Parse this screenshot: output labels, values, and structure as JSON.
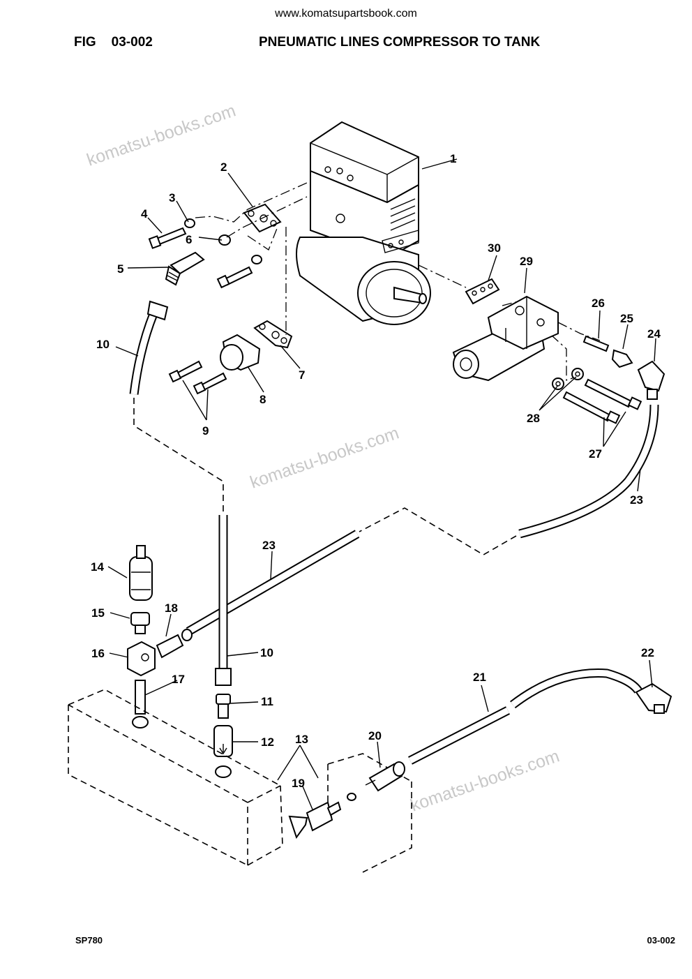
{
  "header": {
    "site": "www.komatsupartsbook.com",
    "fig_label": "FIG",
    "fig_number": "03-002",
    "title": "PNEUMATIC LINES COMPRESSOR TO TANK"
  },
  "footer": {
    "left": "SP780",
    "right": "03-002"
  },
  "watermark": "komatsu-books.com",
  "callouts": {
    "c1": "1",
    "c2": "2",
    "c3": "3",
    "c4": "4",
    "c5": "5",
    "c6": "6",
    "c7": "7",
    "c8": "8",
    "c9": "9",
    "c10a": "10",
    "c10b": "10",
    "c11": "11",
    "c12": "12",
    "c13": "13",
    "c14": "14",
    "c15": "15",
    "c16": "16",
    "c17": "17",
    "c18": "18",
    "c19": "19",
    "c20": "20",
    "c21": "21",
    "c22": "22",
    "c23a": "23",
    "c23b": "23",
    "c24": "24",
    "c25": "25",
    "c26": "26",
    "c27": "27",
    "c28": "28",
    "c29": "29",
    "c30": "30"
  }
}
